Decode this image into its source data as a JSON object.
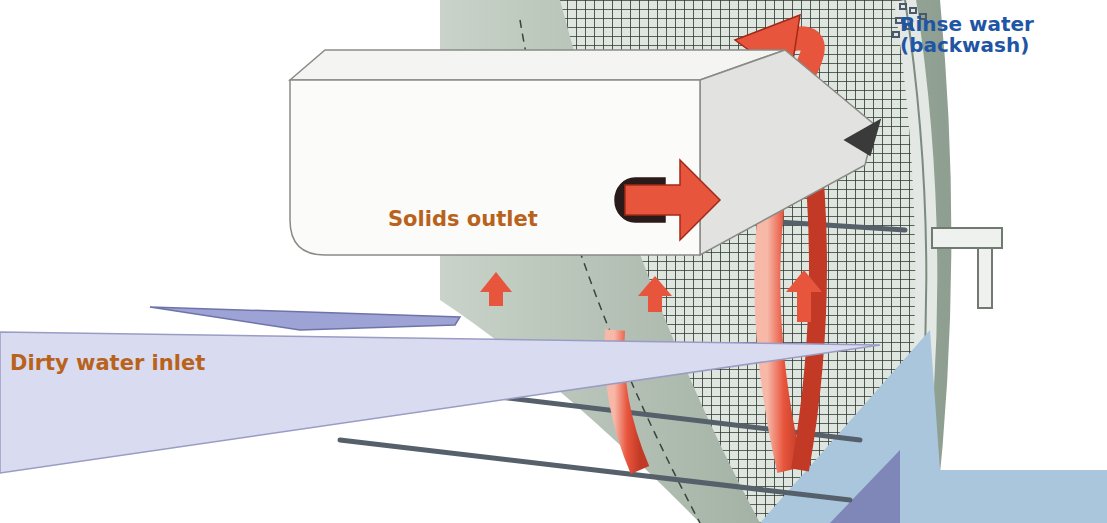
{
  "diagram": {
    "nodes": [
      {
        "text": [
          "Solids outlet"
        ]
      },
      {
        "text": [
          "Dirty water inlet"
        ]
      }
    ],
    "labels": [
      "Rinse water (backwash)"
    ]
  }
}
